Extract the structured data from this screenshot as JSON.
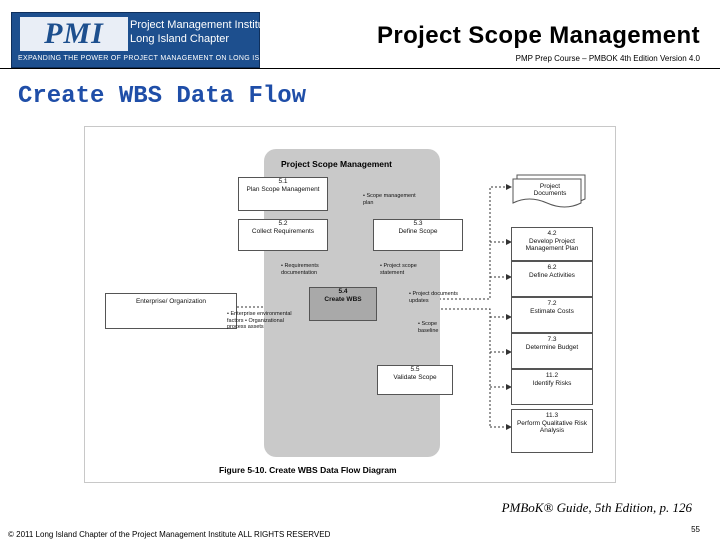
{
  "logo": {
    "mark": "PMI",
    "line1": "Project Management Institute",
    "line2": "Long Island Chapter",
    "tagline": "EXPANDING THE POWER OF PROJECT MANAGEMENT ON LONG ISLAND",
    "colors": {
      "brand": "#1d4f8e"
    }
  },
  "header": {
    "title": "Project Scope Management",
    "subtitle": "PMP Prep Course – PMBOK 4th Edition Version 4.0"
  },
  "slide": {
    "heading": "Create WBS Data Flow",
    "heading_color": "#1f4ea8"
  },
  "diagram": {
    "pool_title": "Project Scope Management",
    "processes": {
      "plan_scope": {
        "num": "5.1",
        "label": "Plan Scope Management"
      },
      "collect": {
        "num": "5.2",
        "label": "Collect Requirements"
      },
      "define": {
        "num": "5.3",
        "label": "Define Scope"
      },
      "create": {
        "num": "5.4",
        "label": "Create WBS"
      },
      "validate": {
        "num": "5.5",
        "label": "Validate Scope"
      }
    },
    "enterprise": "Enterprise/ Organization",
    "project_documents": "Project Documents",
    "flows": {
      "scope_plan": "• Scope management plan",
      "req_doc": "• Requirements documentation",
      "scope_statement": "• Project scope statement",
      "org_inputs": "• Enterprise environmental factors • Organizational process assets",
      "doc_updates": "• Project documents updates",
      "baseline": "• Scope baseline"
    },
    "right_processes": [
      {
        "num": "4.2",
        "label": "Develop Project Management Plan"
      },
      {
        "num": "6.2",
        "label": "Define Activities"
      },
      {
        "num": "7.2",
        "label": "Estimate Costs"
      },
      {
        "num": "7.3",
        "label": "Determine Budget"
      },
      {
        "num": "11.2",
        "label": "Identify Risks"
      },
      {
        "num": "11.3",
        "label": "Perform Qualitative Risk Analysis"
      }
    ],
    "caption": "Figure 5-10. Create WBS Data Flow Diagram"
  },
  "footer": {
    "source": "PMBoK® Guide, 5th Edition, p. 126",
    "copyright": "© 2011 Long Island Chapter of the Project Management Institute ALL RIGHTS RESERVED",
    "page_number": "55"
  }
}
